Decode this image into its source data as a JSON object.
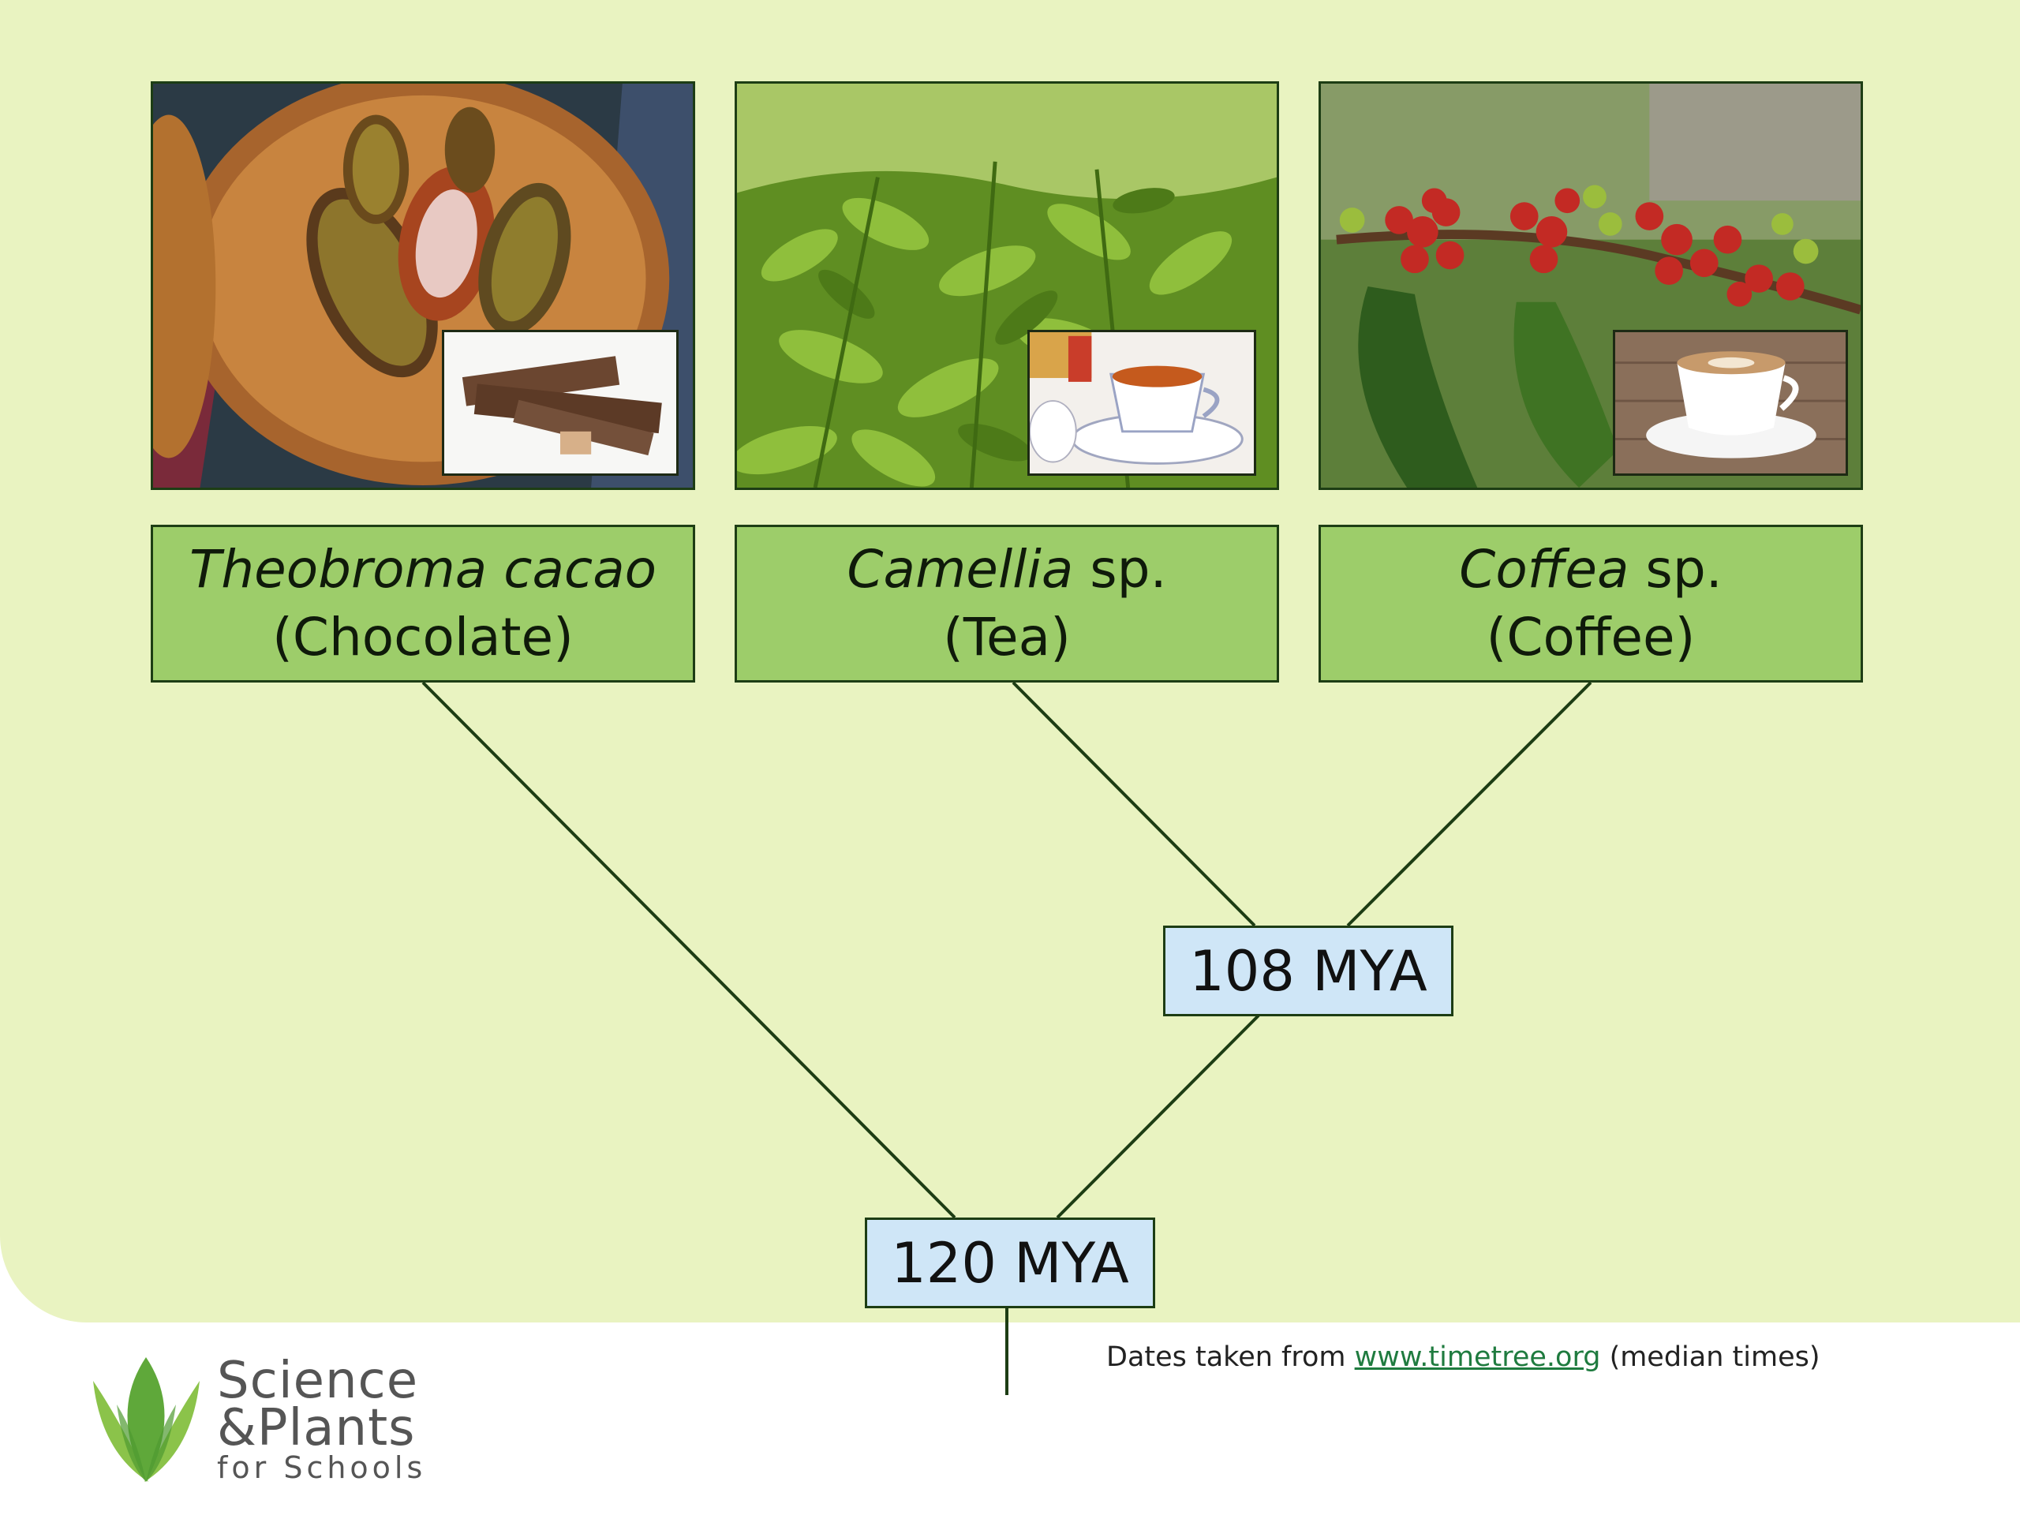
{
  "taxa": [
    {
      "genus": "Theobroma cacao",
      "suffix": "",
      "common": "(Chocolate)",
      "photo_icon": "cacao-pods-photo",
      "inset_icon": "chocolate-bar-photo"
    },
    {
      "genus": "Camellia",
      "suffix": " sp.",
      "common": "(Tea)",
      "photo_icon": "tea-plants-photo",
      "inset_icon": "teacup-photo"
    },
    {
      "genus": "Coffea",
      "suffix": " sp.",
      "common": "(Coffee)",
      "photo_icon": "coffee-berries-photo",
      "inset_icon": "coffee-cup-photo"
    }
  ],
  "nodes": {
    "inner": "108 MYA",
    "root": "120 MYA"
  },
  "footnote": {
    "prefix": "Dates taken from ",
    "link": "www.timetree.org",
    "suffix": " (median times)"
  },
  "logo": {
    "line1": "Science",
    "line2": "&Plants",
    "line3": "for Schools",
    "icon": "leaf-logo-icon"
  },
  "colors": {
    "background": "#e9f3c1",
    "label_fill": "#9dcd6a",
    "node_fill": "#cfe6f7",
    "line": "#1d3d14",
    "link": "#1f7b3f"
  }
}
